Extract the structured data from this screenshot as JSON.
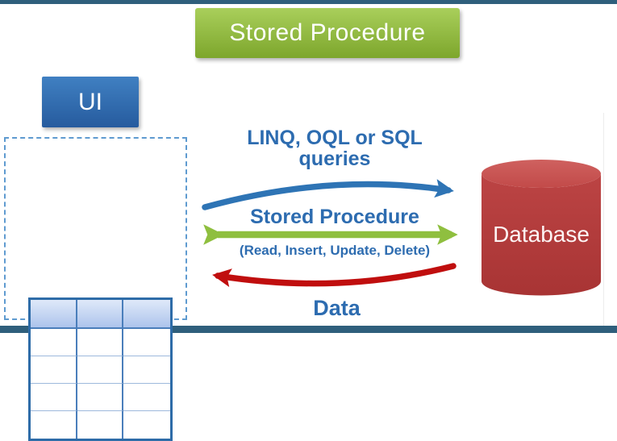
{
  "banner": {
    "label": "Stored Procedure"
  },
  "ui": {
    "label": "UI"
  },
  "ui_table": {
    "columns": 3,
    "header_rows": 1,
    "body_rows": 4
  },
  "arrows": {
    "query": {
      "label_line1": "LINQ, OQL or SQL",
      "label_line2": "queries",
      "direction": "ui-to-database"
    },
    "stored_procedure": {
      "label": "Stored Procedure",
      "sublabel": "(Read, Insert, Update, Delete)",
      "direction": "bidirectional"
    },
    "data": {
      "label": "Data",
      "direction": "database-to-ui"
    }
  },
  "database": {
    "label": "Database"
  },
  "colors": {
    "frame_bar": "#2f5f7c",
    "banner_top": "#a9cf5b",
    "banner_bottom": "#7da62c",
    "ui_top": "#4080c2",
    "ui_bottom": "#265b9e",
    "dashed_border": "#5f9bd0",
    "table_border": "#2e6ca8",
    "table_grid": "#4a7ebb",
    "table_row_line": "#9db9dc",
    "table_header_top": "#dfe9f9",
    "table_header_bottom": "#adc4ec",
    "arrow_query": "#2e74b5",
    "arrow_sp": "#8fbf3f",
    "arrow_data": "#c00e0e",
    "label_text": "#2d6cb0",
    "db_body_light": "#bc4444",
    "db_body_dark": "#a83434",
    "db_top_light": "#cf615f",
    "db_top_dark": "#c24a49"
  }
}
